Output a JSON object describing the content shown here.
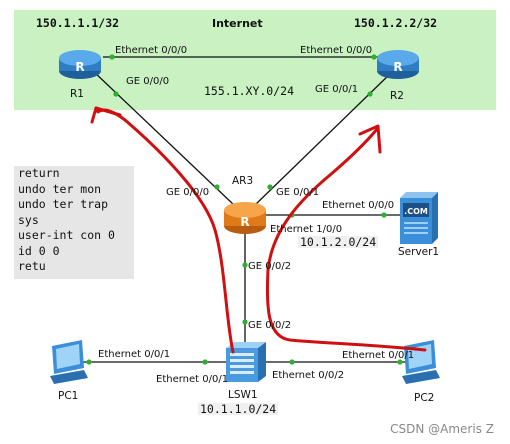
{
  "internet_zone": {
    "label": "Internet",
    "color": "#c9f1c2"
  },
  "ips": {
    "r1_ip": "150.1.1.1/32",
    "r2_ip": "150.1.2.2/32",
    "wan_net": "155.1.XY.0/24",
    "server_net": "10.1.2.0/24",
    "lan_net": "10.1.1.0/24"
  },
  "devices": {
    "r1": "R1",
    "r2": "R2",
    "ar3": "AR3",
    "server1": "Server1",
    "lsw1": "LSW1",
    "pc1": "PC1",
    "pc2": "PC2",
    "server_badge": ".COM"
  },
  "ports": {
    "r1_eth000": "Ethernet 0/0/0",
    "r1_ge000": "GE 0/0/0",
    "r2_eth000": "Ethernet 0/0/0",
    "r2_ge001": "GE 0/0/1",
    "ar3_ge000": "GE 0/0/0",
    "ar3_ge001": "GE 0/0/1",
    "ar3_eth100": "Ethernet 1/0/0",
    "ar3_ge002": "GE 0/0/2",
    "server_eth000": "Ethernet 0/0/0",
    "lsw_ge002": "GE 0/0/2",
    "pc1_eth001": "Ethernet 0/0/1",
    "lsw_eth001": "Ethernet 0/0/1",
    "lsw_eth002": "Ethernet 0/0/2",
    "pc2_eth001": "Ethernet 0/0/1"
  },
  "commands": [
    "return",
    "undo ter mon",
    "undo ter trap",
    "sys",
    "user-int con 0",
    "id 0 0",
    "retu"
  ],
  "watermark": "CSDN @Ameris Z",
  "colors": {
    "router": "#3d8fd6",
    "ar3": "#f08a24",
    "link": "#111111",
    "port_dot": "#2fae2f",
    "annotation": "#d01010",
    "cmd_bg": "#e6e6e6"
  }
}
